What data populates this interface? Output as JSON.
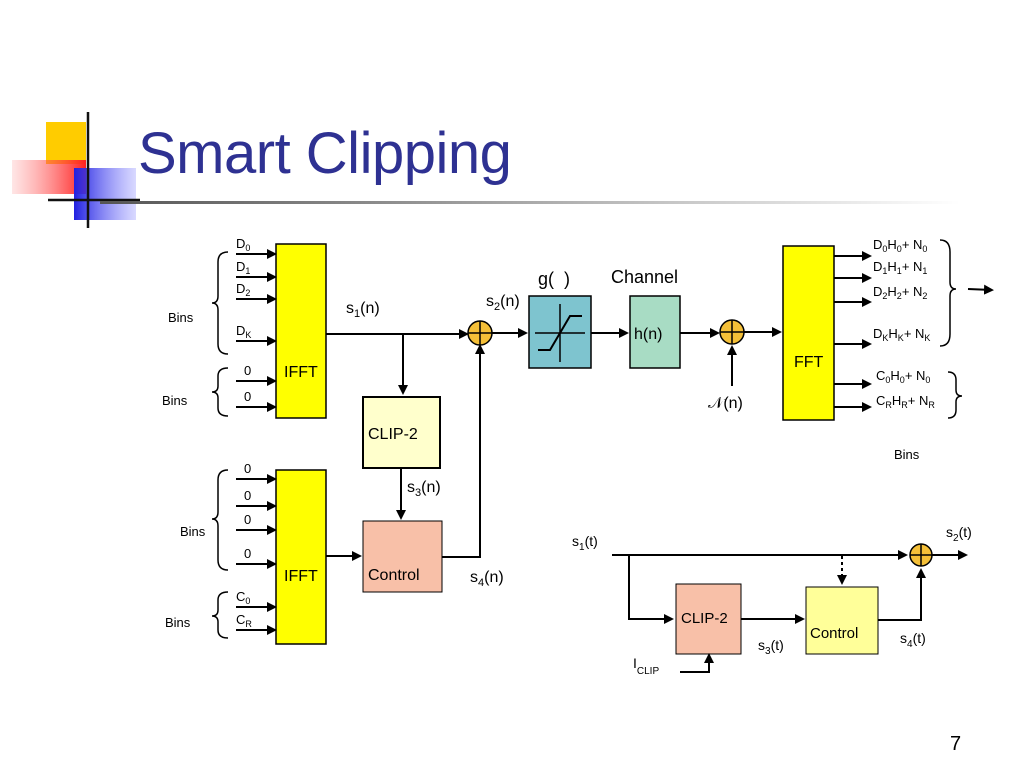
{
  "slide": {
    "title": "Smart Clipping",
    "page_number": "7"
  },
  "colors": {
    "title": "#2e3192",
    "ifft_fft": "#ffff00",
    "clip": "#ffffcc",
    "control_top": "#f8c0a8",
    "control_bottom": "#ffff99",
    "clip_bottom": "#f8c0a8",
    "nonlinearity": "#7ec4cf",
    "channel": "#a8dcc4",
    "summer": "#f5c038"
  },
  "top_diagram": {
    "ifft_top": {
      "label": "IFFT",
      "inputs": [
        {
          "b": "D",
          "s": "0"
        },
        {
          "b": "D",
          "s": "1"
        },
        {
          "b": "D",
          "s": "2"
        },
        {
          "b": "D",
          "s": "K"
        },
        {
          "b": "0",
          "s": ""
        },
        {
          "b": "0",
          "s": ""
        }
      ]
    },
    "ifft_bottom": {
      "label": "IFFT",
      "inputs": [
        {
          "b": "0",
          "s": ""
        },
        {
          "b": "0",
          "s": ""
        },
        {
          "b": "0",
          "s": ""
        },
        {
          "b": "0",
          "s": ""
        },
        {
          "b": "C",
          "s": "0"
        },
        {
          "b": "C",
          "s": "R"
        }
      ]
    },
    "bins_labels": [
      "Bins",
      "Bins",
      "Bins",
      "Bins"
    ],
    "clip": "CLIP-2",
    "control": "Control",
    "nonlinearity_label": "g(  )",
    "channel_label": "Channel",
    "channel_block": "h(n)",
    "noise": "𝒩(n)",
    "fft": "FFT",
    "signals": {
      "s1": {
        "b": "s",
        "s": "1",
        "a": "(n)"
      },
      "s2": {
        "b": "s",
        "s": "2",
        "a": "(n)"
      },
      "s3": {
        "b": "s",
        "s": "3",
        "a": "(n)"
      },
      "s4": {
        "b": "s",
        "s": "4",
        "a": "(n)"
      }
    },
    "fft_outputs": [
      [
        {
          "b": "D",
          "s": "0"
        },
        {
          "b": "H",
          "s": "0"
        },
        {
          "b": "+ N",
          "s": "0"
        }
      ],
      [
        {
          "b": "D",
          "s": "1"
        },
        {
          "b": "H",
          "s": "1"
        },
        {
          "b": "+ N",
          "s": "1"
        }
      ],
      [
        {
          "b": "D",
          "s": "2"
        },
        {
          "b": "H",
          "s": "2"
        },
        {
          "b": "+ N",
          "s": "2"
        }
      ],
      [
        {
          "b": "D",
          "s": "K"
        },
        {
          "b": "H",
          "s": "K"
        },
        {
          "b": "+ N",
          "s": "K"
        }
      ],
      [
        {
          "b": "C",
          "s": "0"
        },
        {
          "b": "H",
          "s": "0"
        },
        {
          "b": "+ N",
          "s": "0"
        }
      ],
      [
        {
          "b": "C",
          "s": "R"
        },
        {
          "b": "H",
          "s": "R"
        },
        {
          "b": "+ N",
          "s": "R"
        }
      ]
    ],
    "fft_bins_label": "Bins"
  },
  "bottom_diagram": {
    "clip": "CLIP-2",
    "control": "Control",
    "input": {
      "b": "s",
      "s": "1",
      "a": "(t)"
    },
    "output": {
      "b": "s",
      "s": "2",
      "a": "(t)"
    },
    "s3": {
      "b": "s",
      "s": "3",
      "a": "(t)"
    },
    "s4": {
      "b": "s",
      "s": "4",
      "a": "(t)"
    },
    "iclip": {
      "b": "I",
      "s": "CLIP",
      "a": ""
    }
  }
}
